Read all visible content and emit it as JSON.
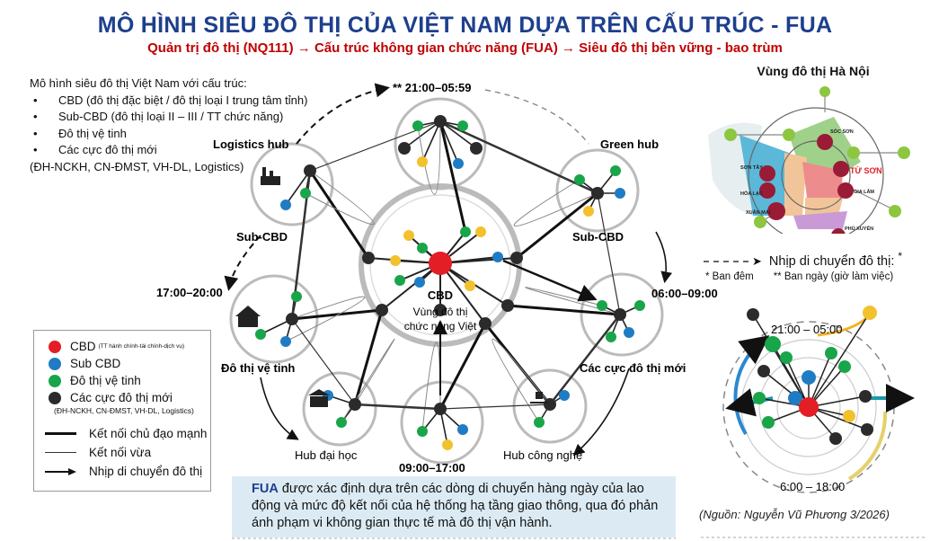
{
  "header": {
    "title": "MÔ HÌNH SIÊU ĐÔ THỊ CỦA VIỆT NAM DỰA TRÊN CẤU TRÚC - FUA",
    "subtitle": "Quản trị đô thị (NQ111) → Cấu trúc không gian chức năng (FUA) → Siêu đô thị bền vững - bao trùm"
  },
  "intro": {
    "heading": "Mô hình  siêu đô thị Việt Nam với cấu trúc:",
    "bullets": [
      "CBD (đô thị đặc biệt / đô thị loại I trung tâm tỉnh)",
      "Sub-CBD (đô thị loại II – III / TT chức năng)",
      "Đô thị vệ tinh",
      "Các cực đô thị mới"
    ],
    "footer": "(ĐH-NCKH, CN-ĐMST, VH-DL, Logistics)"
  },
  "legend": {
    "nodes": [
      {
        "label": "CBD",
        "note": "(TT hành chính-tài chính-dịch vụ)",
        "color": "#e31e24"
      },
      {
        "label": "Sub CBD",
        "color": "#1f7cc4"
      },
      {
        "label": "Đô thị vệ tinh",
        "color": "#19a54a"
      },
      {
        "label": "Các cực đô thị mới",
        "color": "#2b2b2b"
      }
    ],
    "nodes_note": "(ĐH-NCKH, CN-ĐMST, VH-DL, Logistics)",
    "lines": [
      "Kết nối chủ đạo mạnh",
      "Kết nối vừa",
      "Nhịp di chuyển đô thị"
    ]
  },
  "diagram": {
    "center_label": "CBD",
    "center_sub1": "Vùng đô thị",
    "center_sub2": "chức năng Việt",
    "labels": {
      "night": "** 21:00–05:59",
      "logistics": "Logistics hub",
      "green": "Green hub",
      "subcbd_left": "Sub-CBD",
      "subcbd_right": "Sub-CBD",
      "evening": "17:00–20:00",
      "morning": "06:00–09:00",
      "satellite": "Đô thị vệ tinh",
      "newpoles": "Các cực đô thị mới",
      "university": "Hub đại học",
      "day": "09:00–17:00",
      "tech": "Hub công nghệ"
    },
    "colors": {
      "cbd": "#e31e24",
      "sub": "#1f7cc4",
      "sat": "#19a54a",
      "pole": "#2b2b2b",
      "yellow": "#f2c12e"
    }
  },
  "fua": {
    "bold": "FUA",
    "text": " được xác định dựa trên các dòng di chuyển hàng ngày của lao động và mức độ kết nối của hệ thống hạ tầng giao thông, qua đó phản ánh phạm vi không gian thực tế mà đô thị vận hành."
  },
  "map": {
    "title": "Vùng đô thị Hà Nội",
    "places": [
      "SÓC SƠN",
      "TỪ SƠN",
      "SƠN TÂY",
      "HÒA LẠC",
      "GIA LÂM",
      "XUÂN MAI",
      "PHÚ XUYÊN"
    ]
  },
  "rhythm": {
    "label": "Nhịp di chuyển đô thị:",
    "star": "*",
    "night": "* Ban đêm",
    "day": "** Ban ngày (giờ làm việc)",
    "top_time": "21:00 – 05:00",
    "bottom_time": "6:00 – 18:00"
  },
  "source": "(Nguồn: Nguyễn Vũ Phương 3/2026)"
}
